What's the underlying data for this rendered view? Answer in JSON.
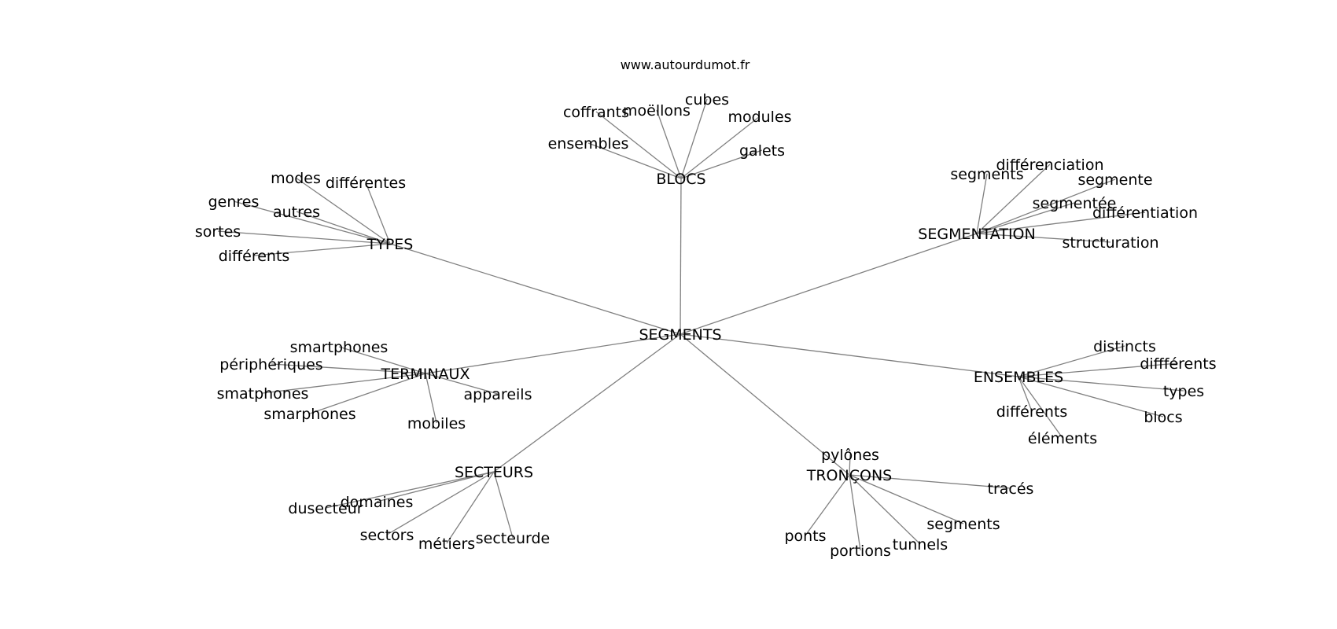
{
  "site": "www.autourdumot.fr",
  "graph": {
    "root": "SEGMENTS",
    "groups": [
      {
        "id": "blocs",
        "label": "BLOCS",
        "words": [
          "coffrants",
          "moëllons",
          "cubes",
          "modules",
          "galets",
          "ensembles"
        ]
      },
      {
        "id": "types",
        "label": "TYPES",
        "words": [
          "modes",
          "différentes",
          "genres",
          "autres",
          "sortes",
          "différents"
        ]
      },
      {
        "id": "segmentation",
        "label": "SEGMENTATION",
        "words": [
          "segments",
          "différenciation",
          "segmente",
          "segmentée",
          "différentiation",
          "structuration"
        ]
      },
      {
        "id": "terminaux",
        "label": "TERMINAUX",
        "words": [
          "smartphones",
          "périphériques",
          "smatphones",
          "smarphones",
          "appareils",
          "mobiles"
        ]
      },
      {
        "id": "ensembles",
        "label": "ENSEMBLES",
        "words": [
          "distincts",
          "diffférents",
          "types",
          "blocs",
          "différents",
          "éléments"
        ]
      },
      {
        "id": "secteurs",
        "label": "SECTEURS",
        "words": [
          "dusecteur",
          "domaines",
          "sectors",
          "métiers",
          "secteurde"
        ]
      },
      {
        "id": "troncons",
        "label": "TRONÇONS",
        "words": [
          "pylônes",
          "tracés",
          "segments",
          "ponts",
          "portions",
          "tunnels"
        ]
      }
    ]
  }
}
